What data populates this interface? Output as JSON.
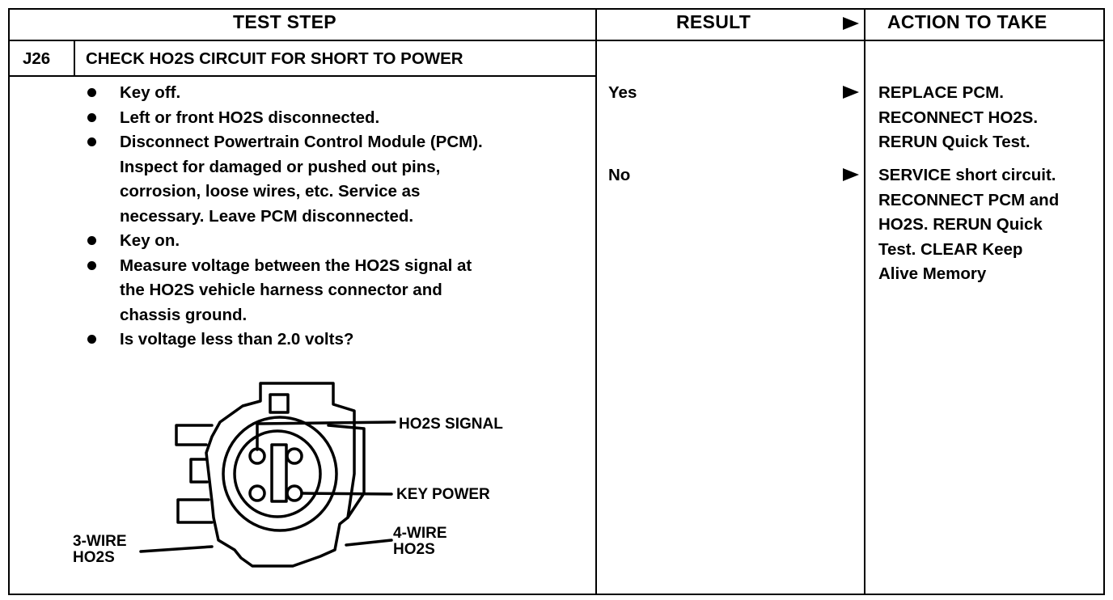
{
  "headers": {
    "test_step": "TEST STEP",
    "result": "RESULT",
    "action": "ACTION TO TAKE"
  },
  "step": {
    "id": "J26",
    "title": "CHECK HO2S CIRCUIT FOR SHORT TO POWER",
    "items": [
      {
        "lines": [
          "Key off."
        ]
      },
      {
        "lines": [
          "Left or front HO2S disconnected."
        ]
      },
      {
        "lines": [
          "Disconnect Powertrain Control Module (PCM).",
          "Inspect for damaged or pushed out pins,",
          "corrosion, loose wires, etc. Service as",
          "necessary. Leave PCM disconnected."
        ]
      },
      {
        "lines": [
          "Key on."
        ]
      },
      {
        "lines": [
          "Measure voltage between the HO2S signal at",
          "the HO2S vehicle harness connector and",
          "chassis ground."
        ]
      },
      {
        "lines": [
          "Is voltage less than 2.0 volts?"
        ]
      }
    ]
  },
  "results": {
    "yes": "Yes",
    "no": "No"
  },
  "actions": {
    "yes": [
      "REPLACE PCM.",
      "RECONNECT HO2S.",
      "RERUN Quick Test."
    ],
    "no": [
      "SERVICE short circuit.",
      "RECONNECT PCM and",
      "HO2S. RERUN Quick",
      "Test. CLEAR Keep",
      "Alive Memory"
    ]
  },
  "diagram": {
    "labels": {
      "signal": "HO2S SIGNAL",
      "key_power": "KEY POWER",
      "three_wire": [
        "3-WIRE",
        "HO2S"
      ],
      "four_wire": [
        "4-WIRE",
        "HO2S"
      ]
    }
  }
}
